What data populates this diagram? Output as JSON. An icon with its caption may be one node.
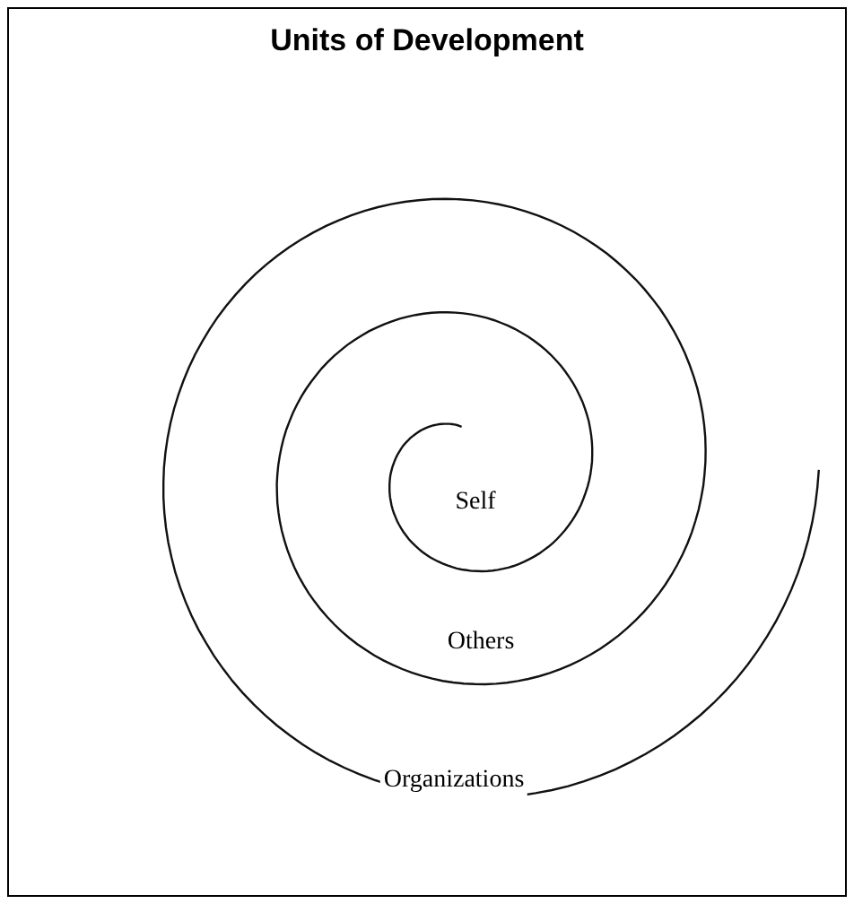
{
  "diagram": {
    "title": "Units of Development",
    "labels": [
      "Self",
      "Others",
      "Organizations"
    ]
  }
}
